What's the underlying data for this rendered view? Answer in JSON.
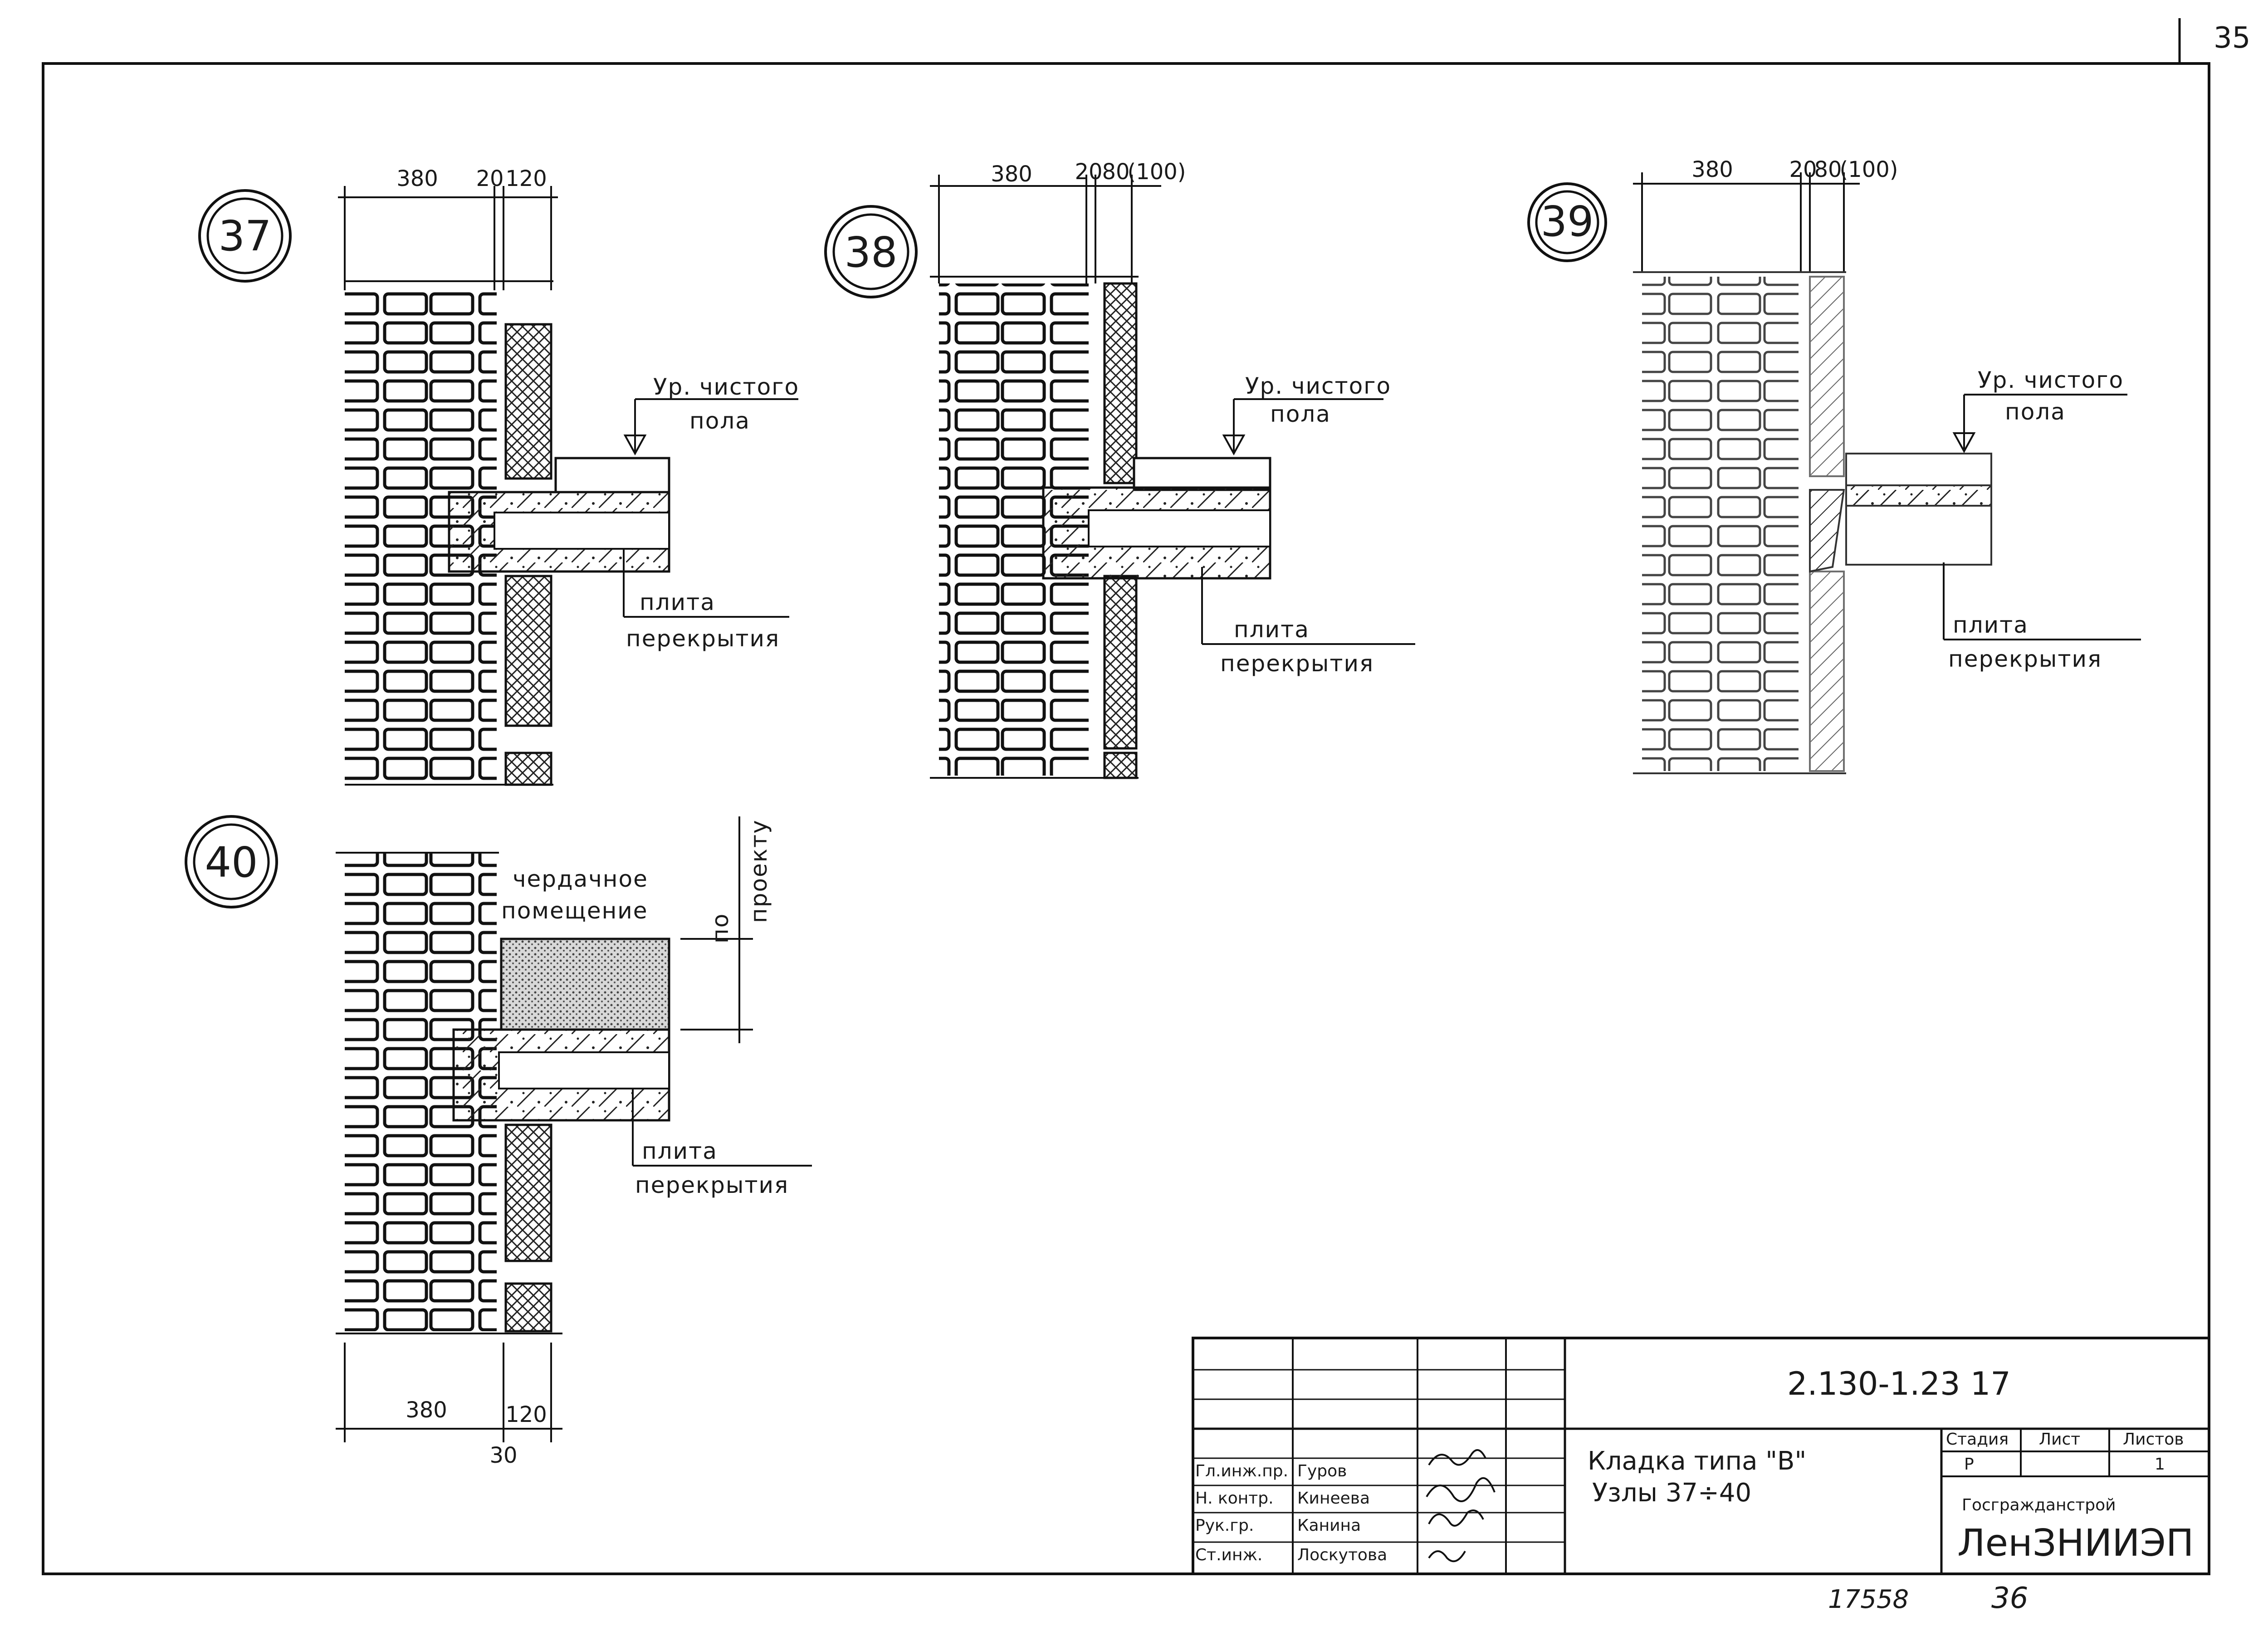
{
  "sheet": {
    "page_number": "35"
  },
  "nodes": {
    "n37": {
      "number": "37",
      "dims": [
        "380",
        "20",
        "120"
      ],
      "floor_label_1": "Ур. чистого",
      "floor_label_2": "пола",
      "slab_label_1": "плита",
      "slab_label_2": "перекрытия"
    },
    "n38": {
      "number": "38",
      "dims": [
        "380",
        "20",
        "80",
        "(100)"
      ],
      "floor_label_1": "Ур. чистого",
      "floor_label_2": "пола",
      "slab_label_1": "плита",
      "slab_label_2": "перекрытия"
    },
    "n39": {
      "number": "39",
      "dims": [
        "380",
        "20",
        "80",
        "(100)"
      ],
      "floor_label_1": "Ур. чистого",
      "floor_label_2": "пола",
      "slab_label_1": "плита",
      "slab_label_2": "перекрытия"
    },
    "n40": {
      "number": "40",
      "attic_label_1": "чердачное",
      "attic_label_2": "помещение",
      "by_project_1": "по",
      "by_project_2": "проекту",
      "slab_label_1": "плита",
      "slab_label_2": "перекрытия",
      "dims_bottom": [
        "380",
        "120",
        "30"
      ]
    }
  },
  "title_block": {
    "doc_code": "2.130-1.23  17",
    "title_line_1": "Кладка типа \"В\"",
    "title_line_2": "Узлы 37÷40",
    "roles": [
      "Гл.инж.пр.",
      "Н. контр.",
      "Рук.гр.",
      "Ст.инж."
    ],
    "names": [
      "Гуров",
      "Кинеева",
      "Канина",
      "Лоскутова"
    ],
    "stage_header": "Стадия",
    "sheet_header": "Лист",
    "sheets_header": "Листов",
    "stage_value": "Р",
    "sheets_value": "1",
    "org_line_1": "Госгражданстрой",
    "org_line_2": "ЛенЗНИИЭП",
    "inventory_no": "17558",
    "bottom_number": "36"
  }
}
